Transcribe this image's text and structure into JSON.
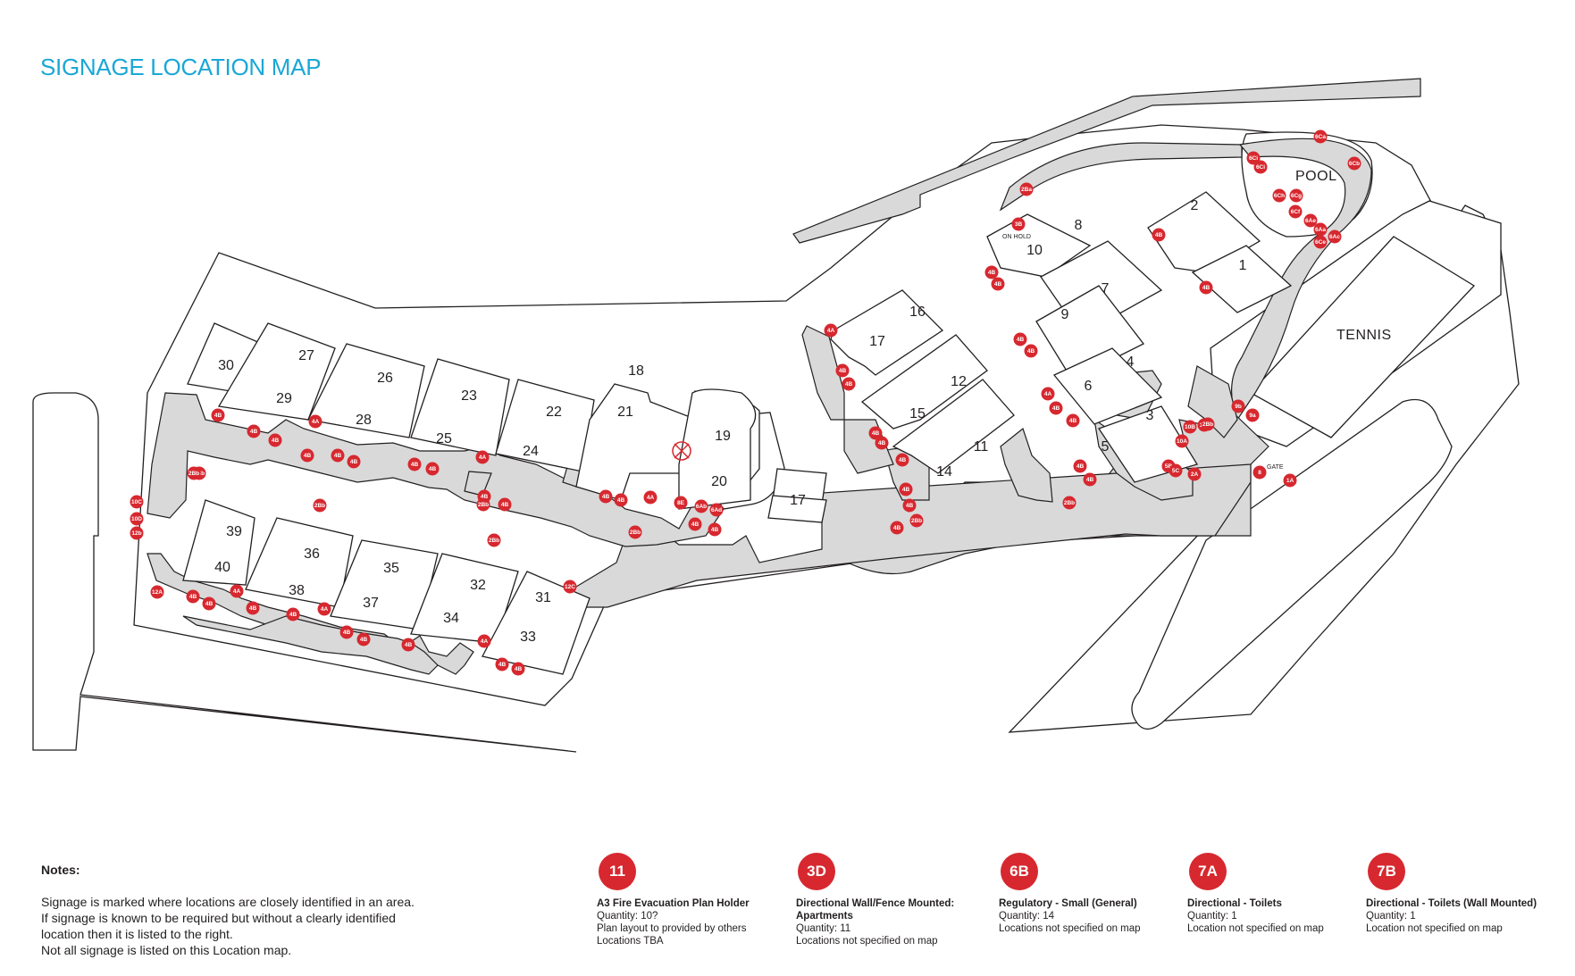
{
  "title": "SIGNAGE LOCATION MAP",
  "map": {
    "pool_label": "POOL",
    "tennis_label": "TENNIS",
    "gate_label": "GATE",
    "on_hold_label": "ON HOLD",
    "units": [
      "1",
      "2",
      "3",
      "4",
      "5",
      "6",
      "7",
      "8",
      "9",
      "10",
      "11",
      "12",
      "14",
      "15",
      "16",
      "17",
      "17",
      "18",
      "19",
      "20",
      "21",
      "22",
      "23",
      "24",
      "25",
      "26",
      "27",
      "28",
      "29",
      "30",
      "31",
      "32",
      "33",
      "34",
      "35",
      "36",
      "37",
      "38",
      "39",
      "40"
    ],
    "marker_color": "#d7282f",
    "path_color": "#d9d9d9",
    "markers": [
      "4B",
      "4B",
      "4B",
      "4B",
      "4A",
      "2Bb",
      "4B",
      "4B",
      "4B",
      "4B",
      "4A",
      "2Bb",
      "4B",
      "4B",
      "2Bb",
      "10C",
      "10D",
      "12b",
      "2Bb",
      "12A",
      "4B",
      "4B",
      "4A",
      "4B",
      "4B",
      "4A",
      "4B",
      "4B",
      "4B",
      "4A",
      "4B",
      "4B",
      "2Bb",
      "12C",
      "4B",
      "4B",
      "4A",
      "2Bb",
      "8E",
      "6Ab",
      "6Ad",
      "4B",
      "4B",
      "4A",
      "4B",
      "4B",
      "4B",
      "4B",
      "4B",
      "4B",
      "2Bb",
      "4B",
      "4B",
      "4B",
      "4B",
      "4B",
      "4B",
      "4A",
      "4B",
      "4B",
      "2Bb",
      "4B",
      "4B",
      "5B",
      "5C",
      "10A",
      "10B",
      "12a",
      "2A",
      "2Bb",
      "9b",
      "9a",
      "8",
      "1A",
      "4B",
      "4B",
      "2Ba",
      "3B",
      "6Ci",
      "6Ci",
      "6Ca",
      "6Cb",
      "6Ch",
      "6Cg",
      "6Cf",
      "6Ae",
      "6Aa",
      "6Ac",
      "6Ce"
    ]
  },
  "notes": {
    "heading": "Notes:",
    "lines": [
      "Signage is marked where locations are closely identified in an area.",
      "If signage is known to be required but without a clearly identified",
      "location then it is listed to the right.",
      "Not all signage is listed on this Location map."
    ]
  },
  "legend": [
    {
      "code": "11",
      "title": "A3 Fire Evacuation Plan Holder",
      "lines": [
        "Quantity: 10?",
        "Plan layout to provided by others",
        "Locations TBA"
      ]
    },
    {
      "code": "3D",
      "title": "Directional Wall/Fence Mounted:",
      "title2": "Apartments",
      "lines": [
        "Quantity: 11",
        "Locations not specified on map"
      ]
    },
    {
      "code": "6B",
      "title": "Regulatory - Small (General)",
      "lines": [
        "Quantity: 14",
        "Locations not specified on map"
      ]
    },
    {
      "code": "7A",
      "title": "Directional - Toilets",
      "lines": [
        "Quantity: 1",
        "Location not specified on map"
      ]
    },
    {
      "code": "7B",
      "title": "Directional - Toilets (Wall Mounted)",
      "lines": [
        "Quantity: 1",
        "Location not specified on map"
      ]
    }
  ]
}
